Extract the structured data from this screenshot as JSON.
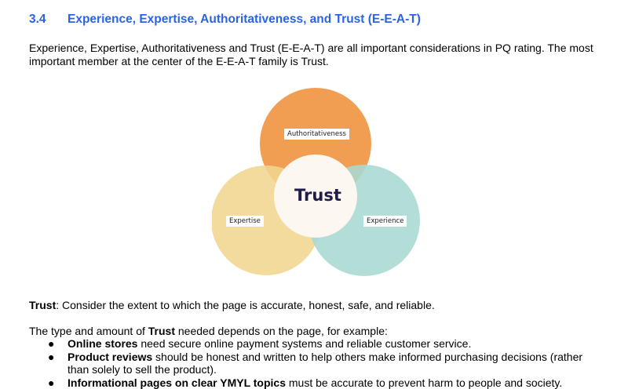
{
  "section": {
    "number": "3.4",
    "title": "Experience, Expertise, Authoritativeness, and Trust (E-E-A-T)"
  },
  "intro": "Experience, Expertise, Authoritativeness and Trust (E-E-A-T) are all important considerations in PQ rating.  The most important member at the center of the E-E-A-T family is Trust.",
  "diagram": {
    "center": "Trust",
    "top": "Authoritativeness",
    "left": "Expertise",
    "right": "Experience",
    "colors": {
      "top": "#f0994a",
      "left": "#f0d690",
      "right": "#a9d9d3",
      "center": "#fdf7f1",
      "center_text": "#1f1d4a"
    }
  },
  "trust_def": {
    "term": "Trust",
    "text": ": Consider the extent to which the page is accurate, honest, safe, and reliable."
  },
  "type_amount": {
    "before": "The type and amount of ",
    "term": "Trust",
    "after": " needed depends on the page, for example:"
  },
  "examples": [
    {
      "bullet": "●",
      "term": "Online stores",
      "text": " need secure online payment systems and reliable customer service."
    },
    {
      "bullet": "●",
      "term": "Product reviews",
      "text": " should be honest and written to help others make informed purchasing decisions (rather than solely to sell the product)."
    },
    {
      "bullet": "●",
      "term": "Informational pages on clear YMYL topics",
      "text": " must be accurate to prevent harm to people and society."
    }
  ]
}
